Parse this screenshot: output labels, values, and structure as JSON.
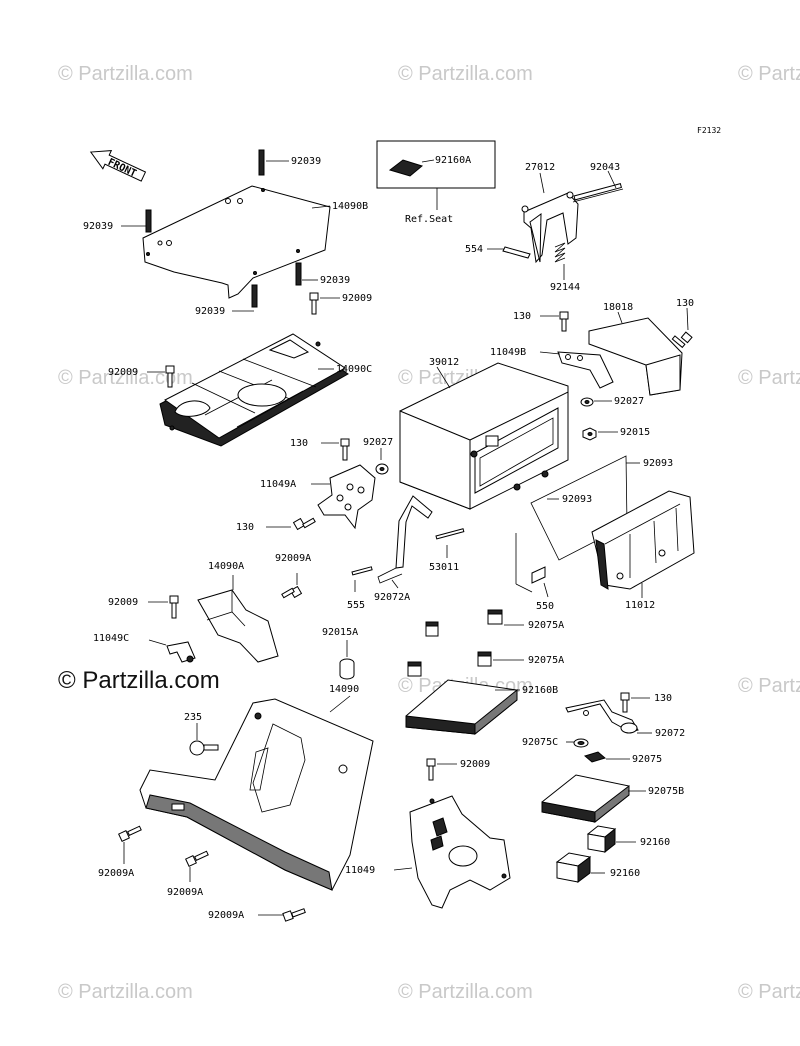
{
  "watermark": {
    "text": "© Partzilla.com",
    "prominent_text": "© Partzilla.com"
  },
  "diagram_code": "F2132",
  "front_label": "FRONT",
  "ref_seat": {
    "part": "92160A",
    "caption": "Ref.Seat"
  },
  "labels": {
    "p92039_top": "92039",
    "p14090B": "14090B",
    "p92039_left": "92039",
    "p92039_mid": "92039",
    "p92039_bot": "92039",
    "p92009_a": "92009",
    "p14090C": "14090C",
    "p92009_left": "92009",
    "p27012": "27012",
    "p92043": "92043",
    "p554": "554",
    "p92144": "92144",
    "p130_a": "130",
    "p18018": "18018",
    "p130_b": "130",
    "p11049B": "11049B",
    "p39012": "39012",
    "p92027_a": "92027",
    "p130_c": "130",
    "p92027_b": "92027",
    "p92015": "92015",
    "p11049A": "11049A",
    "p92093_a": "92093",
    "p92093_b": "92093",
    "p130_d": "130",
    "p53011": "53011",
    "p14090A": "14090A",
    "p92009A_a": "92009A",
    "p92009_b": "92009",
    "p555": "555",
    "p92072A": "92072A",
    "p550": "550",
    "p11012": "11012",
    "p11049C": "11049C",
    "p92075A_a": "92075A",
    "p92015A": "92015A",
    "p92075A_b": "92075A",
    "p14090": "14090",
    "p92160B": "92160B",
    "p235": "235",
    "p130_e": "130",
    "p92072": "92072",
    "p92075C": "92075C",
    "p92075": "92075",
    "p92009_c": "92009",
    "p92075B": "92075B",
    "p92160_a": "92160",
    "p11049": "11049",
    "p92160_b": "92160",
    "p92009A_b": "92009A",
    "p92009A_c": "92009A",
    "p92009A_d": "92009A"
  }
}
